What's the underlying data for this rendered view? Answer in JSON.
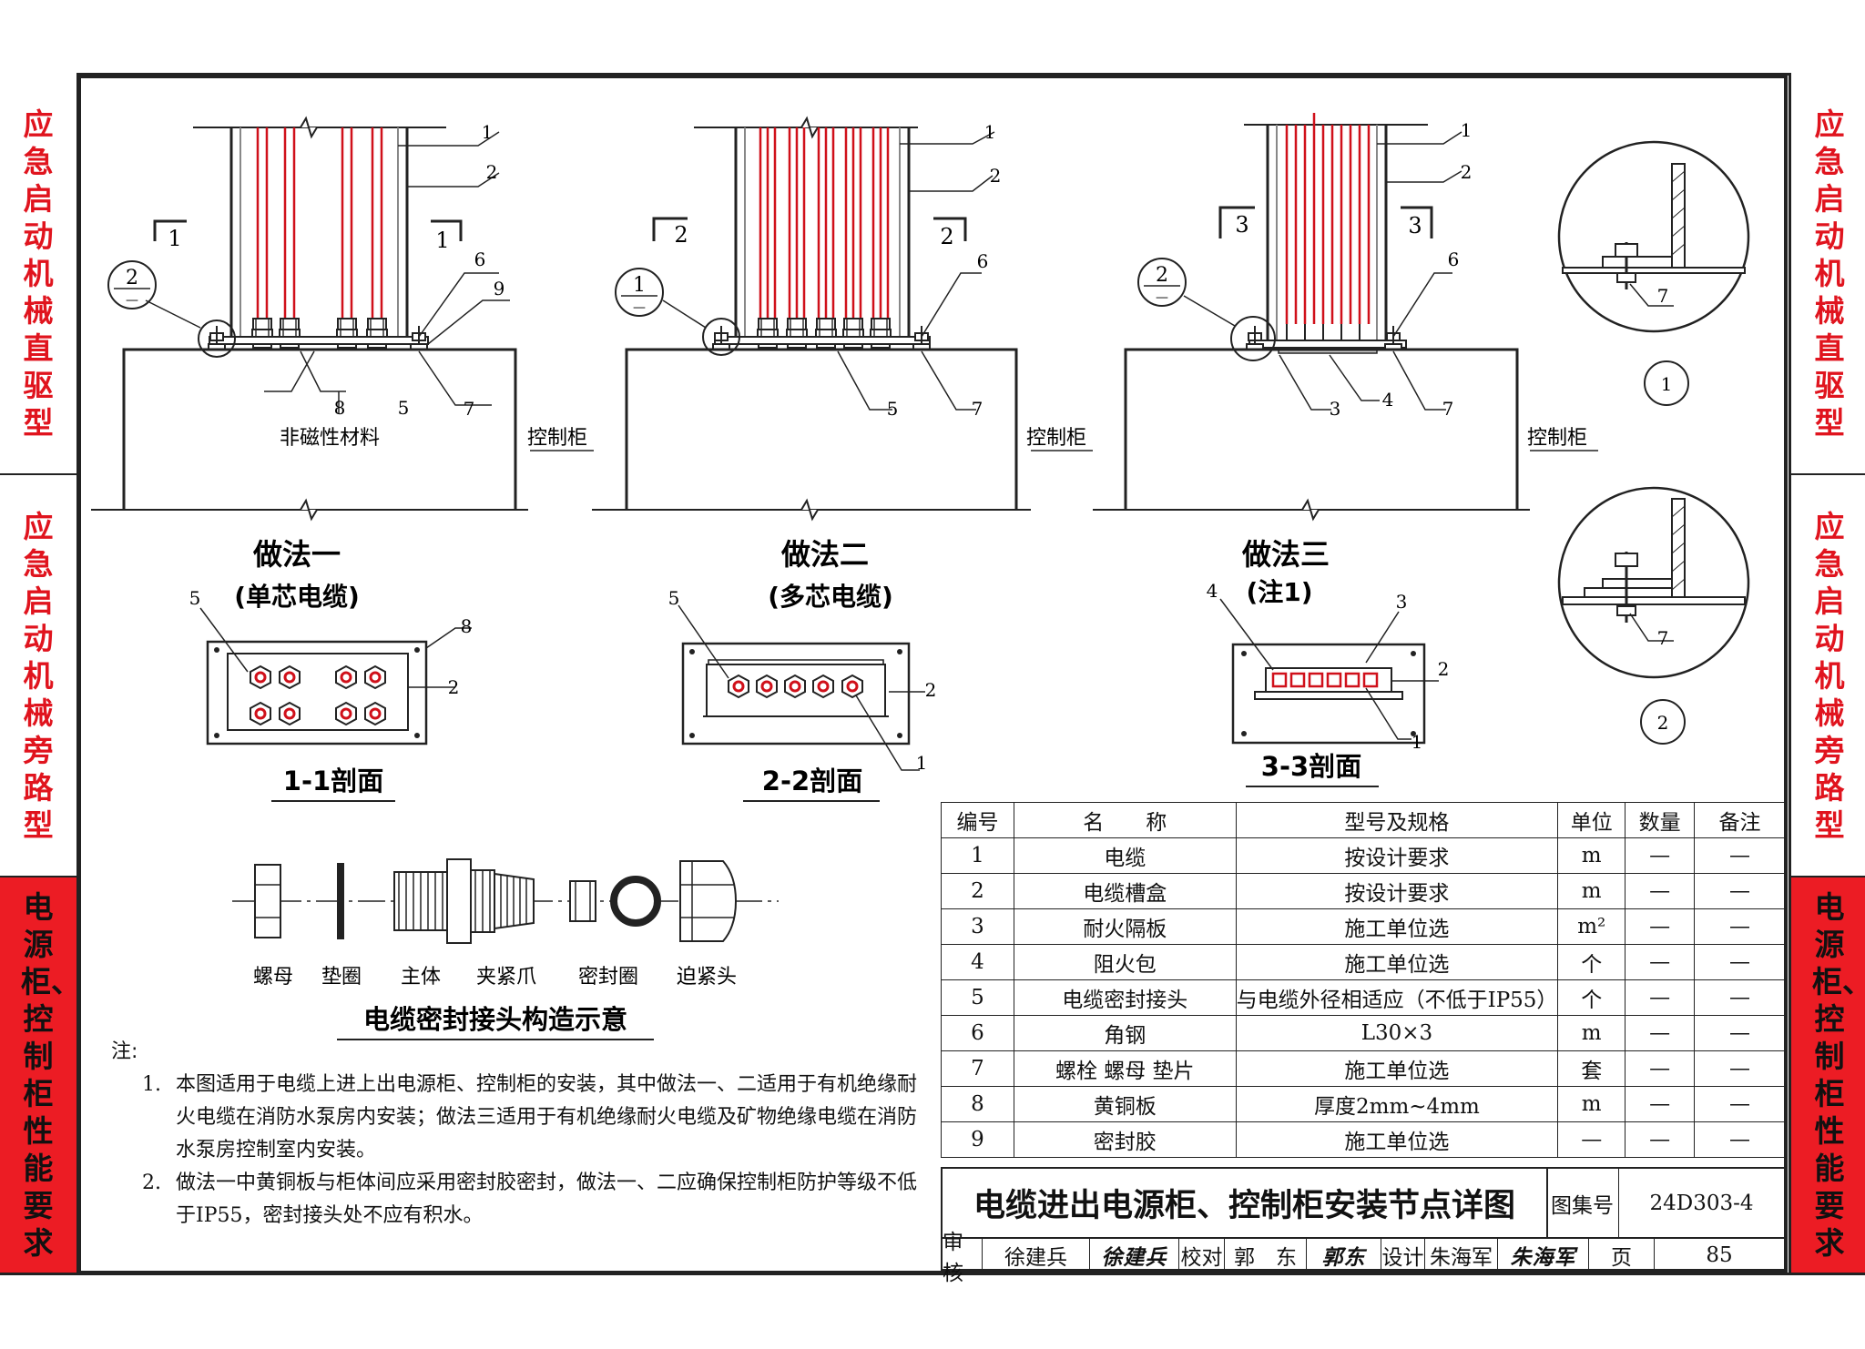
{
  "left_sidebar": [
    {
      "text": "应急启动机械直驱型",
      "active": false
    },
    {
      "text": "应急启动机械旁路型",
      "active": false
    },
    {
      "text": "电源柜、控制柜性能要求",
      "active": true
    }
  ],
  "right_sidebar": [
    {
      "text": "应急启动机械直驱型",
      "active": false
    },
    {
      "text": "应急启动机械旁路型",
      "active": false
    },
    {
      "text": "电源柜、控制柜性能要求",
      "active": true
    }
  ],
  "method1": {
    "title": "做法一",
    "subtitle": "(单芯电缆)",
    "section_title": "1-1剖面",
    "material_label": "非磁性材料",
    "cabinet_label": "控制柜",
    "section_mark": "1",
    "detail_ref": "2",
    "callouts": [
      "1",
      "2",
      "6",
      "9",
      "8",
      "5",
      "7"
    ],
    "section_callouts": [
      "5",
      "8",
      "2"
    ]
  },
  "method2": {
    "title": "做法二",
    "subtitle": "(多芯电缆)",
    "section_title": "2-2剖面",
    "cabinet_label": "控制柜",
    "section_mark": "2",
    "detail_ref": "1",
    "callouts": [
      "1",
      "2",
      "6",
      "5",
      "7"
    ],
    "section_callouts": [
      "5",
      "2",
      "1"
    ]
  },
  "method3": {
    "title": "做法三",
    "subtitle": "(注1)",
    "section_title": "3-3剖面",
    "cabinet_label": "控制柜",
    "section_mark": "3",
    "detail_ref": "2",
    "callouts": [
      "1",
      "2",
      "6",
      "3",
      "4",
      "7"
    ],
    "section_callouts": [
      "4",
      "3",
      "2",
      "1"
    ]
  },
  "details": [
    {
      "number": "1",
      "callout": "7"
    },
    {
      "number": "2",
      "callout": "7"
    }
  ],
  "gland": {
    "title": "电缆密封接头构造示意",
    "parts": [
      "螺母",
      "垫圈",
      "主体",
      "夹紧爪",
      "密封圈",
      "迫紧头"
    ]
  },
  "notes": {
    "header": "注:",
    "items": [
      {
        "num": "1.",
        "lines": [
          "本图适用于电缆上进上出电源柜、控制柜的安装，其中做法一、二适用于有机绝缘耐",
          "火电缆在消防水泵房内安装；做法三适用于有机绝缘耐火电缆及矿物绝缘电缆在消防",
          "水泵房控制室内安装。"
        ]
      },
      {
        "num": "2.",
        "lines": [
          "做法一中黄铜板与柜体间应采用密封胶密封，做法一、二应确保控制柜防护等级不低",
          "于IP55，密封接头处不应有积水。"
        ]
      }
    ]
  },
  "table": {
    "headers": [
      "编号",
      "名　　称",
      "型号及规格",
      "单位",
      "数量",
      "备注"
    ],
    "rows": [
      [
        "1",
        "电缆",
        "按设计要求",
        "m",
        "—",
        "—"
      ],
      [
        "2",
        "电缆槽盒",
        "按设计要求",
        "m",
        "—",
        "—"
      ],
      [
        "3",
        "耐火隔板",
        "施工单位选",
        "m²",
        "—",
        "—"
      ],
      [
        "4",
        "阻火包",
        "施工单位选",
        "个",
        "—",
        "—"
      ],
      [
        "5",
        "电缆密封接头",
        "与电缆外径相适应（不低于IP55）",
        "个",
        "—",
        "—"
      ],
      [
        "6",
        "角钢",
        "L30×3",
        "m",
        "—",
        "—"
      ],
      [
        "7",
        "螺栓 螺母 垫片",
        "施工单位选",
        "套",
        "—",
        "—"
      ],
      [
        "8",
        "黄铜板",
        "厚度2mm~4mm",
        "m",
        "—",
        "—"
      ],
      [
        "9",
        "密封胶",
        "施工单位选",
        "—",
        "—",
        "—"
      ]
    ]
  },
  "title_block": {
    "title": "电缆进出电源柜、控制柜安装节点详图",
    "atlas_label": "图集号",
    "atlas_no": "24D303-4",
    "page_label": "页",
    "page_no": "85",
    "review_label": "审核",
    "reviewer": "徐建兵",
    "reviewer_sig": "徐建兵",
    "check_label": "校对",
    "checker": "郭　东",
    "checker_sig": "郭东",
    "design_label": "设计",
    "designer": "朱海军",
    "designer_sig": "朱海军"
  }
}
